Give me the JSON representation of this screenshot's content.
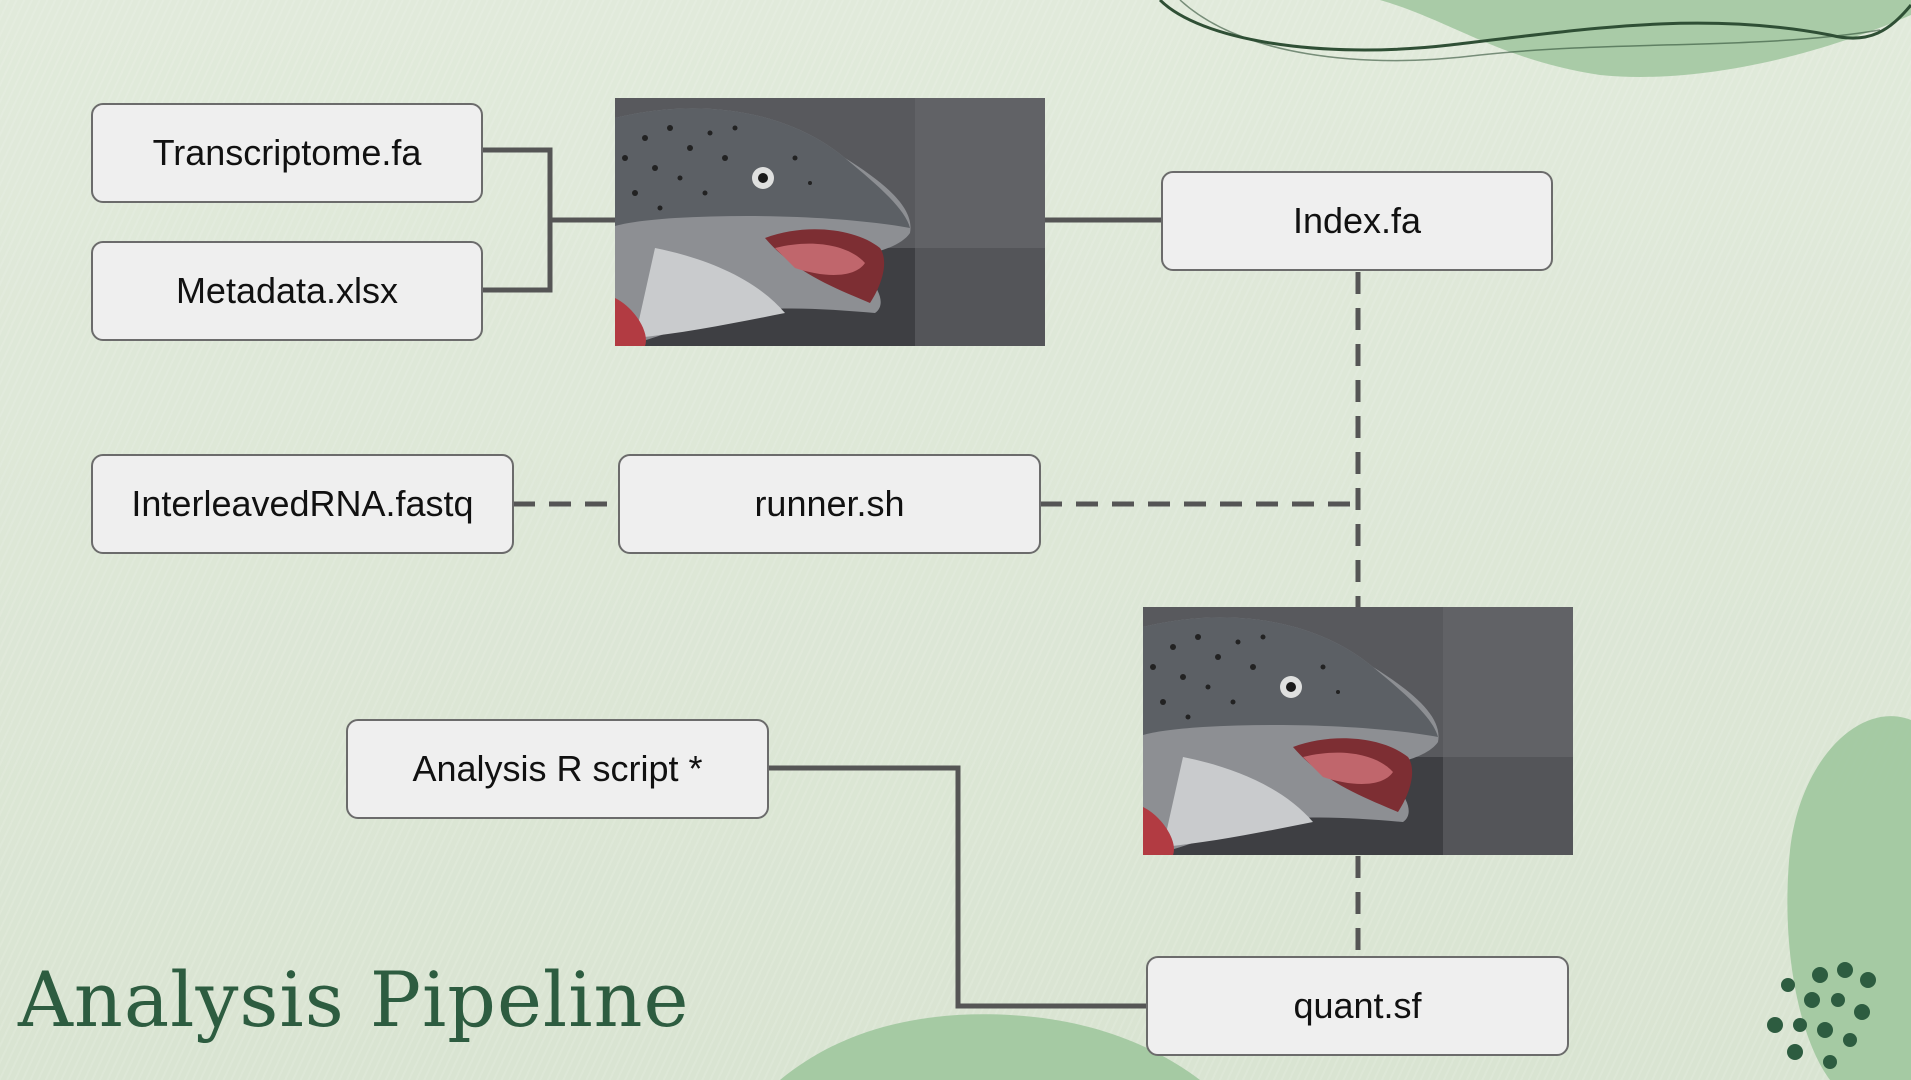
{
  "title": "Analysis Pipeline",
  "nodes": {
    "transcriptome": "Transcriptome.fa",
    "metadata": "Metadata.xlsx",
    "index": "Index.fa",
    "interleaved": "InterleavedRNA.fastq",
    "runner": "runner.sh",
    "analysis_script": "Analysis R script *",
    "quant": "quant.sf"
  },
  "images": [
    {
      "icon": "salmon-head-photo",
      "role": "indexing step"
    },
    {
      "icon": "salmon-head-photo",
      "role": "quantification step"
    }
  ],
  "colors": {
    "background": "#dde7d6",
    "accent_green": "#2d5c40",
    "leaf_green": "#9fc69d",
    "connector": "#555555",
    "box_fill": "#efefef"
  },
  "connectors": [
    {
      "from": "transcriptome",
      "to": "salmon-photo-1",
      "style": "solid"
    },
    {
      "from": "metadata",
      "to": "salmon-photo-1",
      "style": "solid"
    },
    {
      "from": "salmon-photo-1",
      "to": "index",
      "style": "solid"
    },
    {
      "from": "index",
      "to": "salmon-photo-2",
      "style": "dashed"
    },
    {
      "from": "interleaved",
      "to": "runner",
      "style": "dashed"
    },
    {
      "from": "runner",
      "to": "index-salmon-line",
      "style": "dashed"
    },
    {
      "from": "salmon-photo-2",
      "to": "quant",
      "style": "dashed"
    },
    {
      "from": "analysis_script",
      "to": "quant",
      "style": "solid"
    }
  ]
}
